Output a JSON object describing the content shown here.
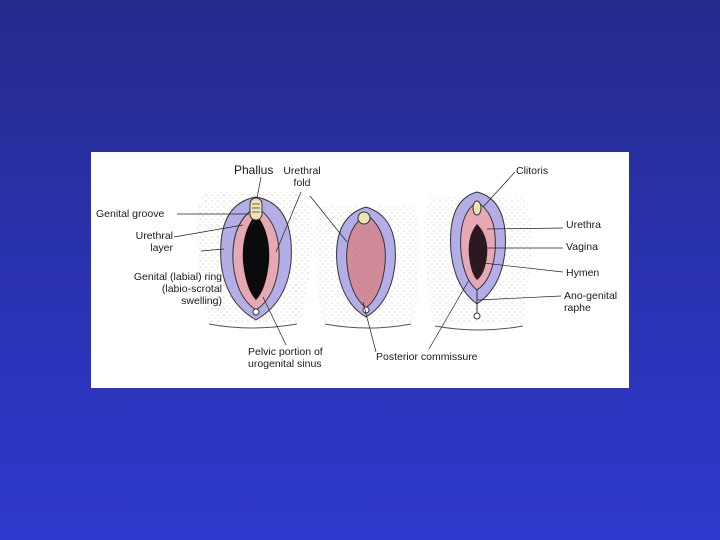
{
  "slide": {
    "background": "#2a33b4",
    "labels": {
      "phallus": "Phallus",
      "urethral_fold_1": "Urethral",
      "urethral_fold_2": "fold",
      "genital_groove": "Genital groove",
      "urethral_layer_1": "Urethral",
      "urethral_layer_2": "layer",
      "genital_ring_1": "Genital (labial) ring",
      "genital_ring_2": "(labio-scrotal",
      "genital_ring_3": "swelling)",
      "pelvic_portion_1": "Pelvic portion of",
      "pelvic_portion_2": "urogenital sinus",
      "posterior_commissure": "Posterior commissure",
      "clitoris": "Clitoris",
      "urethra": "Urethra",
      "vagina": "Vagina",
      "hymen": "Hymen",
      "ano_genital_1": "Ano-genital",
      "ano_genital_2": "raphe"
    }
  }
}
